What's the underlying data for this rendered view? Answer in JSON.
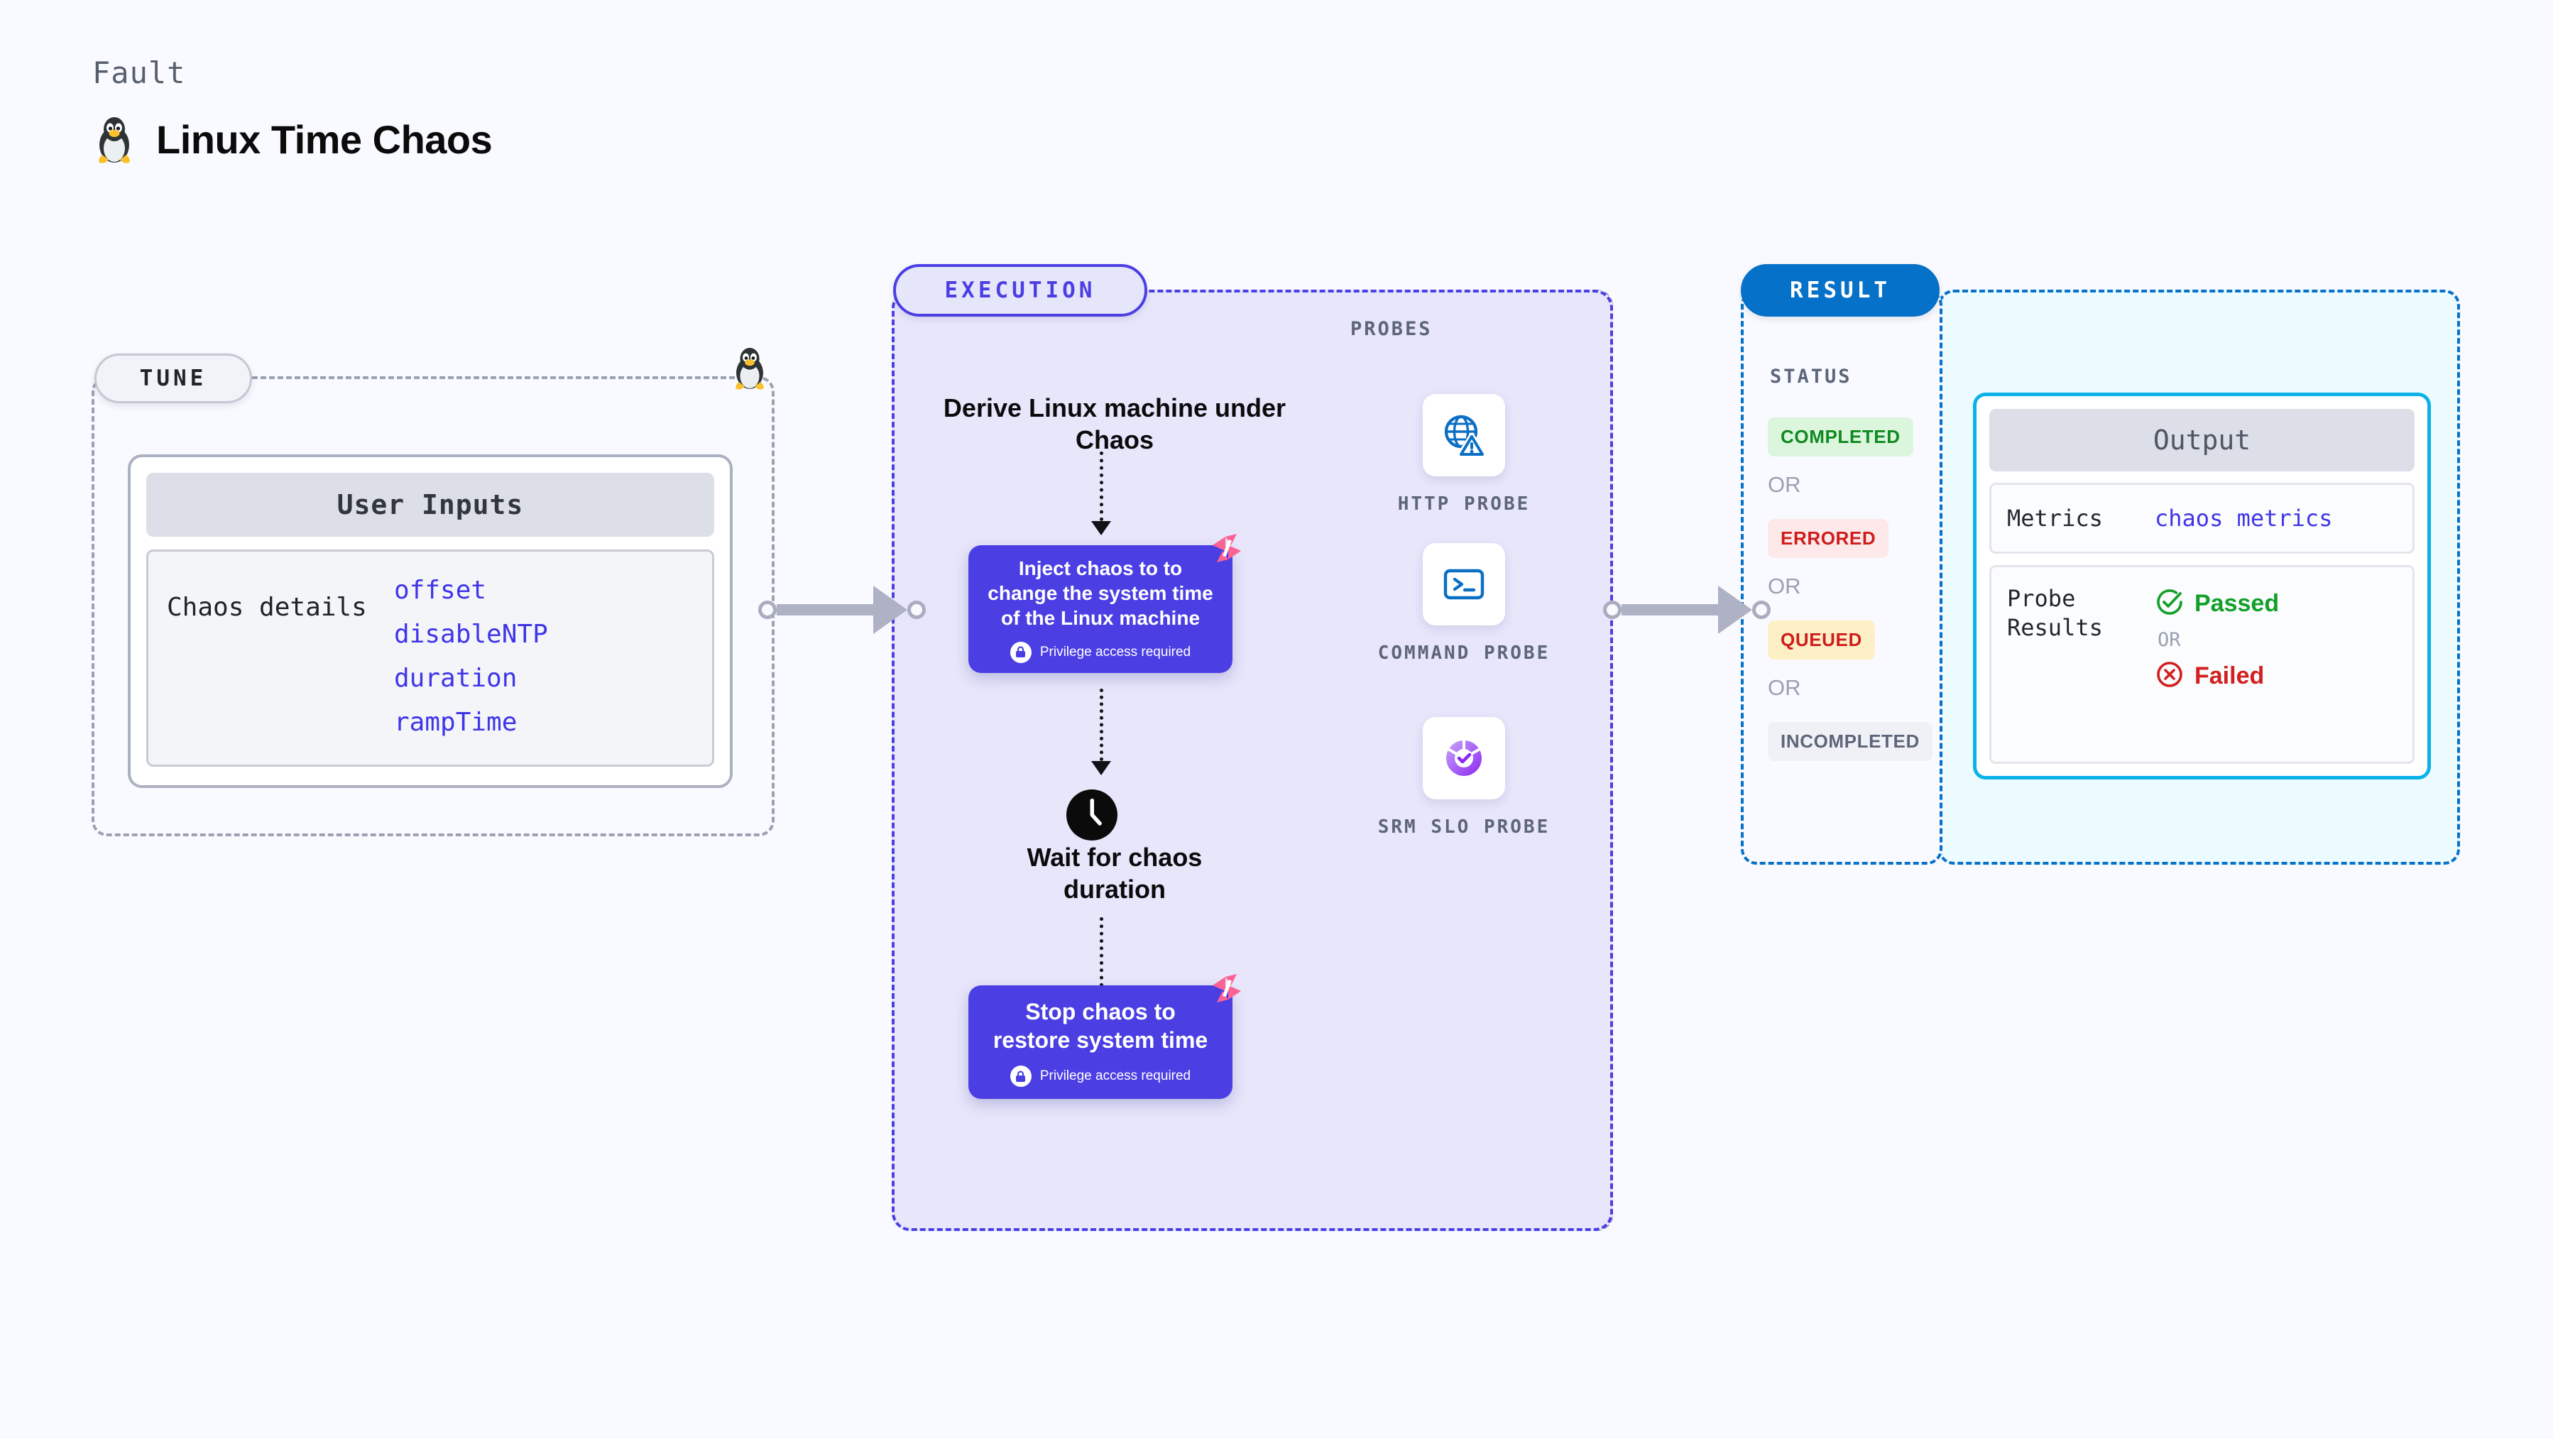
{
  "header": {
    "kicker": "Fault",
    "title": "Linux Time Chaos",
    "icon": "linux-penguin-icon"
  },
  "tune": {
    "pill_label": "TUNE",
    "card": {
      "header": "User Inputs",
      "row_label": "Chaos details",
      "params": [
        "offset",
        "disableNTP",
        "duration",
        "rampTime"
      ]
    },
    "edge_icon": "linux-penguin-icon"
  },
  "execution": {
    "pill_label": "EXECUTION",
    "steps": [
      {
        "kind": "title",
        "name": "derive-linux-machine",
        "text": "Derive Linux machine under Chaos"
      },
      {
        "kind": "card",
        "name": "inject-chaos-card",
        "text": "Inject chaos to to change the system time of the Linux machine",
        "privilege_note": "Privilege access required",
        "badge_icon": "harness-logo-icon",
        "lock_icon": "lock-icon"
      },
      {
        "kind": "title",
        "name": "wait-for-chaos-duration",
        "text": "Wait for chaos duration",
        "icon": "clock-icon"
      },
      {
        "kind": "card",
        "name": "stop-chaos-card",
        "text": "Stop chaos to restore system time",
        "privilege_note": "Privilege access required",
        "badge_icon": "harness-logo-icon",
        "lock_icon": "lock-icon"
      }
    ]
  },
  "probes": {
    "label": "PROBES",
    "items": [
      {
        "name": "HTTP PROBE",
        "icon": "globe-warning-icon"
      },
      {
        "name": "COMMAND PROBE",
        "icon": "terminal-prompt-icon"
      },
      {
        "name": "SRM SLO PROBE",
        "icon": "slo-donut-check-icon"
      }
    ]
  },
  "result": {
    "pill_label": "RESULT",
    "status_label": "STATUS",
    "or_label": "OR",
    "statuses": [
      {
        "label": "COMPLETED",
        "bg": "#dcf5dd",
        "fg": "#0f8a20"
      },
      {
        "label": "ERRORED",
        "bg": "#fde9e9",
        "fg": "#cf1c1c"
      },
      {
        "label": "QUEUED",
        "bg": "#fdf0c6",
        "fg": "#cf1c1c"
      },
      {
        "label": "INCOMPLETED",
        "bg": "#eff1f6",
        "fg": "#5d6578"
      }
    ]
  },
  "output": {
    "header": "Output",
    "metrics_key": "Metrics",
    "metrics_value": "chaos metrics",
    "probe_key": "Probe Results",
    "probe_pass": "Passed",
    "probe_or": "OR",
    "probe_fail": "Failed",
    "pass_icon": "check-circle-icon",
    "fail_icon": "x-circle-icon"
  },
  "colors": {
    "background": "#f9faff",
    "execution_accent": "#4b3fe4",
    "execution_fill": "#e7e6fb",
    "result_accent": "#0571c8",
    "output_accent": "#0bb2e8",
    "output_fill": "#ecfbff",
    "harness_pink": "#fc6292",
    "neutral_dash": "#9aa1b1",
    "link": "#3f35e8"
  }
}
